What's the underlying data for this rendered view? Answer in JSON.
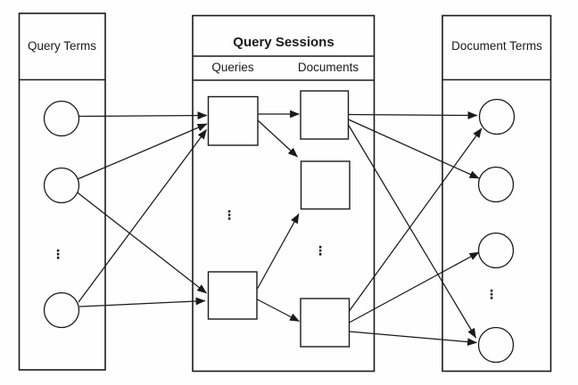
{
  "panels": {
    "query_terms": {
      "title": "Query Terms"
    },
    "query_sessions": {
      "title": "Query Sessions",
      "queries_label": "Queries",
      "documents_label": "Documents"
    },
    "document_terms": {
      "title": "Document Terms"
    }
  },
  "ellipsis": "⋮",
  "graph": {
    "query_term_nodes": 3,
    "query_nodes": 2,
    "document_nodes": 3,
    "document_term_nodes": 4,
    "edges": [
      "query-term-1 → query-1",
      "query-term-2 → query-1",
      "query-term-2 → query-2",
      "query-term-3 → query-1",
      "query-term-3 → query-2",
      "query-1 → document-1",
      "query-1 → document-2",
      "query-2 → document-2",
      "query-2 → document-3",
      "document-1 → document-term-1",
      "document-1 → document-term-2",
      "document-1 → document-term-4",
      "document-3 → document-term-1",
      "document-3 → document-term-3",
      "document-3 → document-term-4"
    ]
  }
}
